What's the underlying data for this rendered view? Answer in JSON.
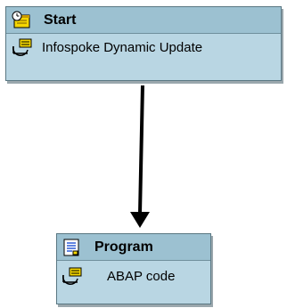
{
  "nodes": {
    "start": {
      "title": "Start",
      "subtitle": "Infospoke Dynamic Update",
      "header_icon": "clock-note-icon",
      "row_icon": "process-chain-icon"
    },
    "program": {
      "title": "Program",
      "subtitle": "ABAP code",
      "header_icon": "program-document-icon",
      "row_icon": "process-chain-icon"
    }
  },
  "edge": {
    "from": "Start",
    "to": "Program"
  },
  "colors": {
    "node_header": "#9cc1d1",
    "node_body": "#b9d6e3",
    "node_border": "#5a7782",
    "connector": "#000000"
  }
}
